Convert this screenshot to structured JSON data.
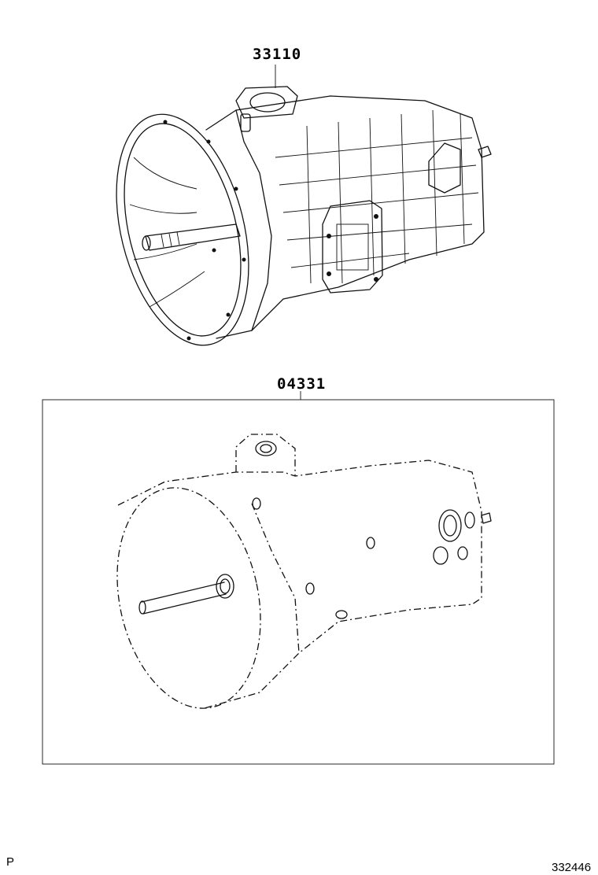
{
  "labels": {
    "upper_part_number": "33110",
    "lower_part_number": "04331",
    "bottom_left_code": "P",
    "bottom_right_id": "332446"
  },
  "colors": {
    "line": "#111111",
    "background": "#ffffff"
  }
}
